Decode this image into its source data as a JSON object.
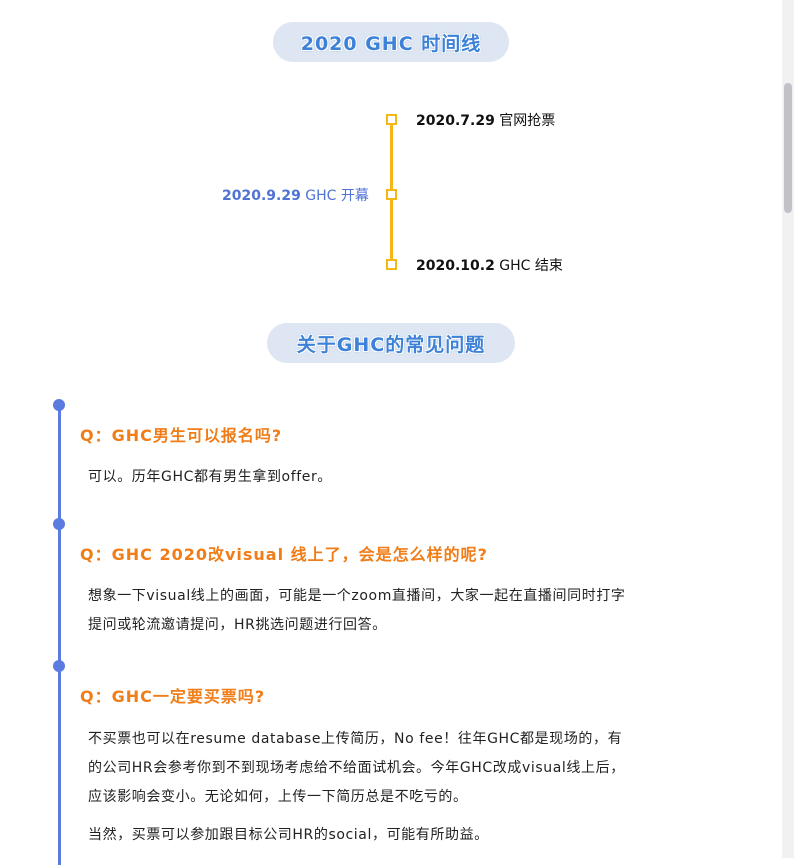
{
  "timeline": {
    "title": "2020 GHC 时间线",
    "events": [
      {
        "date": "2020.7.29",
        "label": "官网抢票",
        "side": "right"
      },
      {
        "date": "2020.9.29",
        "label": "GHC 开幕",
        "side": "left"
      },
      {
        "date": "2020.10.2",
        "label": "GHC 结束",
        "side": "right"
      }
    ],
    "colors": {
      "line": "#f5b619",
      "left_text": "#4f72d4"
    }
  },
  "faq": {
    "title": "关于GHC的常见问题",
    "items": [
      {
        "question": "Q：GHC男生可以报名吗?",
        "answer": [
          "可以。历年GHC都有男生拿到offer。"
        ]
      },
      {
        "question": "Q：GHC 2020改visual 线上了，会是怎么样的呢?",
        "answer": [
          "想象一下visual线上的画面，可能是一个zoom直播间，大家一起在直播间同时打字提问或轮流邀请提问，HR挑选问题进行回答。"
        ]
      },
      {
        "question": "Q：GHC一定要买票吗?",
        "answer": [
          "不买票也可以在resume database上传简历，No fee！往年GHC都是现场的，有的公司HR会参考你到不到现场考虑给不给面试机会。今年GHC改成visual线上后，应该影响会变小。无论如何，上传一下简历总是不吃亏的。",
          "当然，买票可以参加跟目标公司HR的social，可能有所助益。"
        ]
      }
    ],
    "colors": {
      "question": "#f07d18",
      "line": "#5b7be0"
    }
  }
}
